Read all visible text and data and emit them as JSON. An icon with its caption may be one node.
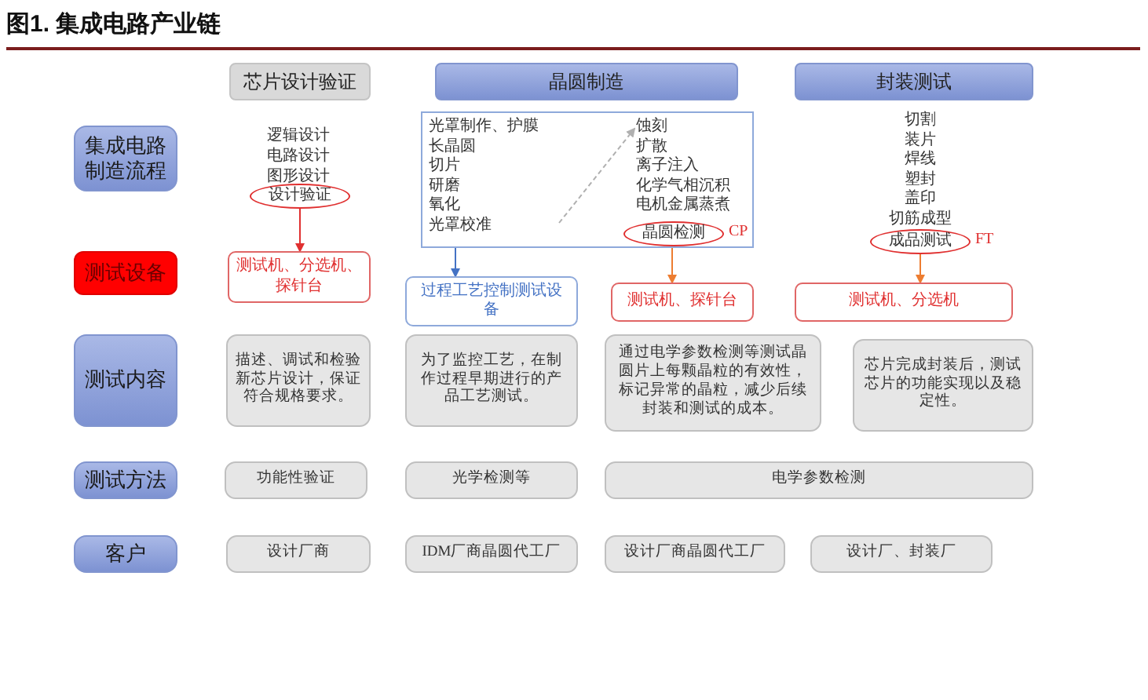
{
  "diagram": {
    "title": "图1. 集成电路产业链",
    "nodes": [
      {
        "text": [
          "芯片设计验证"
        ]
      },
      {
        "text": [
          "晶圆制造"
        ]
      },
      {
        "text": [
          "封装测试"
        ]
      },
      {
        "text": [
          "集成电路制造流程"
        ]
      },
      {
        "text": [
          "设计验证"
        ]
      },
      {
        "text": [],
        "shape": "box"
      },
      {
        "text": [
          "光罩制作、护膜",
          "长晶圆",
          "切片",
          "研磨",
          "氧化",
          "光罩校准"
        ],
        "in": 5
      },
      {
        "text": [
          "蚀刻",
          "扩散",
          "离子注入",
          "化学气相沉积",
          "电机金属蒸煮"
        ],
        "in": 5
      },
      {
        "text": [
          "晶圆检测"
        ],
        "in": 5,
        "beside": [
          "CP"
        ]
      },
      {
        "text": [
          "成品测试"
        ],
        "beside": [
          "FT"
        ]
      },
      {
        "text": [
          "测试设备"
        ]
      },
      {
        "text": [
          "测试机、分选机、探针台"
        ]
      },
      {
        "text": [
          "过程工艺控制测试设备"
        ]
      },
      {
        "text": [
          "测试机、探针台"
        ]
      },
      {
        "text": [
          "测试机、分选机"
        ]
      },
      {
        "text": [
          "测试内容"
        ]
      },
      {
        "text": [
          "描述、调试和检验新芯片设计，保证符合规格要求。"
        ]
      },
      {
        "text": [
          "为了监控工艺，在制作过程早期进行的产品工艺测试。"
        ]
      },
      {
        "text": [
          "通过电学参数检测等测试晶圆片上每颗晶粒的有效性，标记异常的晶粒，减少后续封装和测试的成本。"
        ]
      },
      {
        "text": [
          "芯片完成封装后，测试芯片的功能实现以及稳定性。"
        ]
      },
      {
        "text": [
          "测试方法"
        ]
      },
      {
        "text": [
          "功能性验证"
        ]
      },
      {
        "text": [
          "光学检测等"
        ]
      },
      {
        "text": [
          "电学参数检测"
        ]
      },
      {
        "text": [
          "客户"
        ]
      },
      {
        "text": [
          "设计厂商"
        ]
      },
      {
        "text": [
          "IDM厂商晶圆代工厂"
        ]
      },
      {
        "text": [
          "设计厂商晶圆代工厂"
        ]
      },
      {
        "text": [
          "设计厂、封装厂"
        ]
      }
    ],
    "edges": [
      {
        "from": 4,
        "to": 11,
        "arrow": "to",
        "color": "#e03030"
      },
      {
        "from": 5,
        "to": 12,
        "arrow": "to",
        "color": "#4472c4"
      },
      {
        "from": 8,
        "to": 13,
        "arrow": "to",
        "color": "#ed7d31"
      },
      {
        "from": 9,
        "to": 14,
        "arrow": "to",
        "color": "#ed7d31"
      },
      {
        "from": 6,
        "to": 7,
        "arrow": "to",
        "style": "dashed",
        "color": "#b0b0b0"
      }
    ],
    "labels": [
      "逻辑设计",
      "电路设计",
      "图形设计",
      "切割",
      "装片",
      "焊线",
      "塑封",
      "盖印",
      "切筋成型"
    ]
  }
}
